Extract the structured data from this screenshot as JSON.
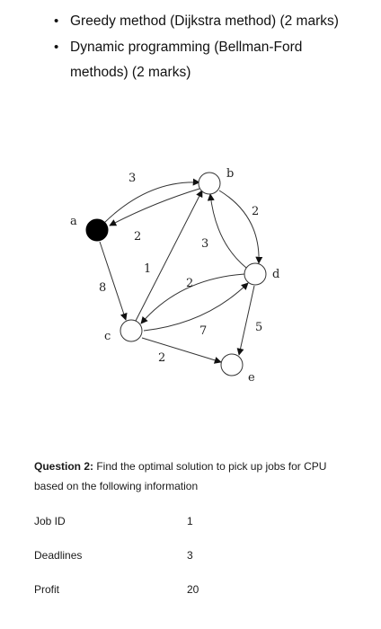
{
  "bullets": [
    {
      "text": "Greedy method (Dijkstra method) (2 marks)"
    },
    {
      "text": "Dynamic programming (Bellman-Ford methods) (2 marks)"
    }
  ],
  "graph": {
    "nodes": [
      {
        "id": "a",
        "label": "a",
        "filled": true
      },
      {
        "id": "b",
        "label": "b",
        "filled": false
      },
      {
        "id": "c",
        "label": "c",
        "filled": false
      },
      {
        "id": "d",
        "label": "d",
        "filled": false
      },
      {
        "id": "e",
        "label": "e",
        "filled": false
      }
    ],
    "edges": [
      {
        "from": "a",
        "to": "b",
        "weight": "3"
      },
      {
        "from": "b",
        "to": "a",
        "weight": "2"
      },
      {
        "from": "a",
        "to": "c",
        "weight": "8"
      },
      {
        "from": "c",
        "to": "b",
        "weight": "1"
      },
      {
        "from": "b",
        "to": "d",
        "weight": "2"
      },
      {
        "from": "d",
        "to": "b",
        "weight": "3"
      },
      {
        "from": "d",
        "to": "c",
        "weight": "2"
      },
      {
        "from": "c",
        "to": "d",
        "weight": "7"
      },
      {
        "from": "c",
        "to": "e",
        "weight": "2"
      },
      {
        "from": "d",
        "to": "e",
        "weight": "5"
      }
    ]
  },
  "question": {
    "label": "Question 2:",
    "text": " Find the optimal solution to pick up jobs for CPU based on the following information"
  },
  "table": {
    "rows": [
      {
        "label": "Job ID",
        "value": "1"
      },
      {
        "label": "Deadlines",
        "value": "3"
      },
      {
        "label": "Profit",
        "value": "20"
      }
    ]
  }
}
